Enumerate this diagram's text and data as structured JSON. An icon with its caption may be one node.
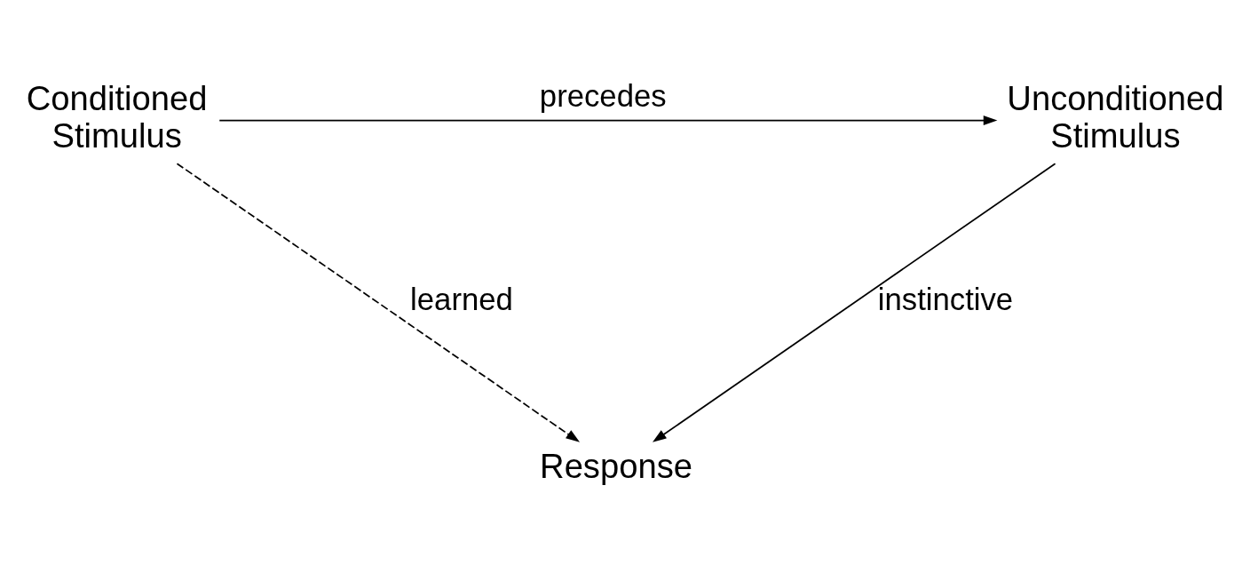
{
  "diagram": {
    "nodes": [
      {
        "text": [
          "Conditioned Stimulus"
        ]
      },
      {
        "text": [
          "Unconditioned Stimulus"
        ]
      },
      {
        "text": [
          "Response"
        ]
      }
    ],
    "edges": [
      {
        "from": 0,
        "to": 1,
        "arrow": "to",
        "label": "precedes"
      },
      {
        "from": 1,
        "to": 2,
        "arrow": "to",
        "label": "instinctive"
      },
      {
        "from": 0,
        "to": 2,
        "arrow": "to",
        "label": "learned",
        "style": "dashed"
      }
    ]
  }
}
